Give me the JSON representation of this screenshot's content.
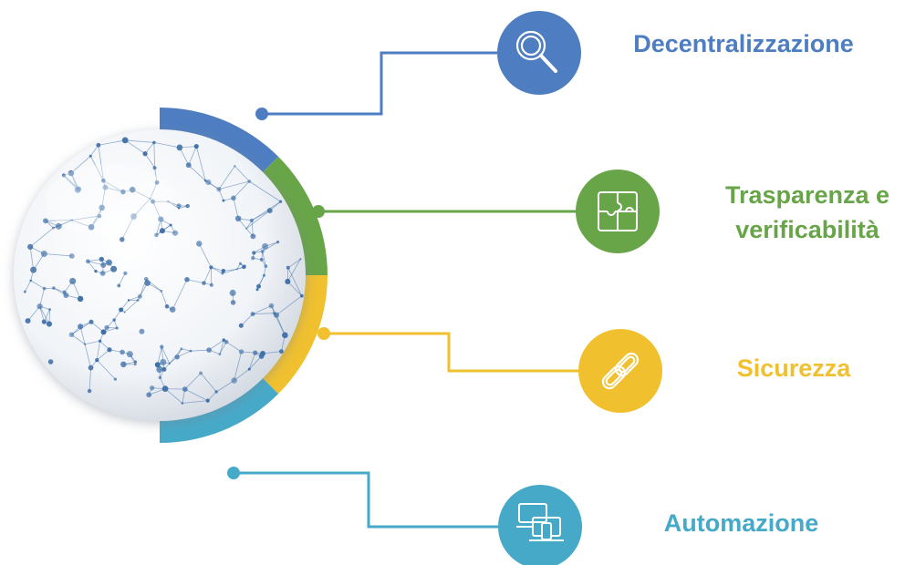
{
  "colors": {
    "blue": "#4e7ec1",
    "green": "#68a448",
    "yellow": "#f0c02f",
    "teal": "#46a9c8",
    "network": "#3f6fa8"
  },
  "items": [
    {
      "label": "Decentralizzazione",
      "icon": "magnifier-icon",
      "color": "#4e7ec1"
    },
    {
      "label_lines": [
        "Trasparenza e",
        "verificabilità"
      ],
      "icon": "puzzle-icon",
      "color": "#68a448"
    },
    {
      "label": "Sicurezza",
      "icon": "chain-link-icon",
      "color": "#f0c02f"
    },
    {
      "label": "Automazione",
      "icon": "devices-icon",
      "color": "#46a9c8"
    }
  ]
}
